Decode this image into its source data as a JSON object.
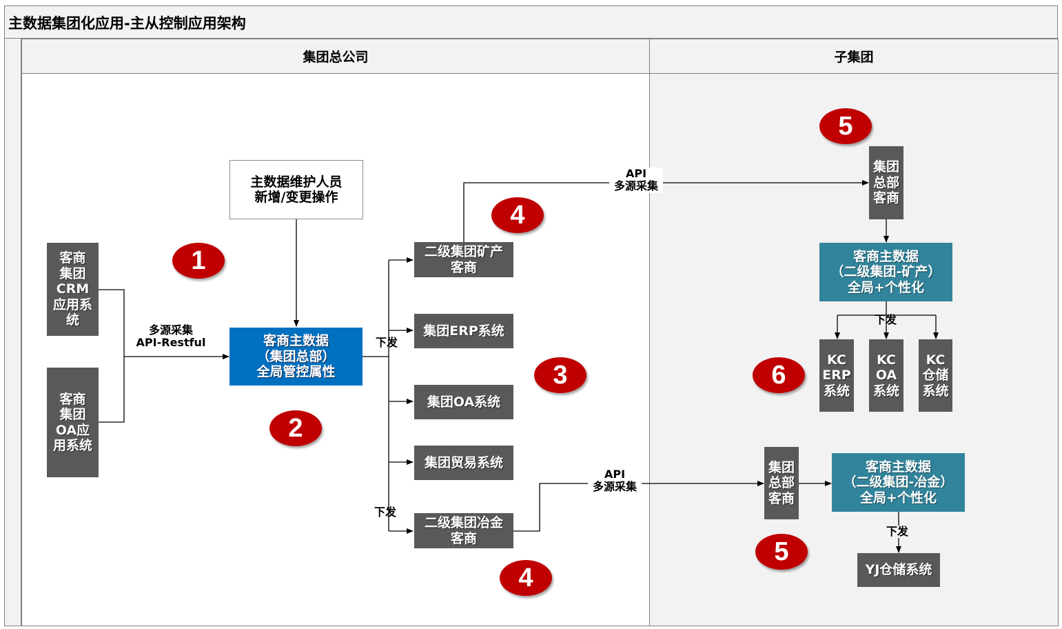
{
  "title": "主数据集团化应用-主从控制应用架构",
  "lanes": {
    "left": "集团总公司",
    "right": "子集团"
  },
  "boxes": {
    "crm": [
      "客商",
      "集团",
      "CRM",
      "应用系",
      "统"
    ],
    "oa_app": [
      "客商",
      "集团",
      "OA应",
      "用系统"
    ],
    "maintainer": [
      "主数据维护人员",
      "新增/变更操作"
    ],
    "master_hq": [
      "客商主数据",
      "（集团总部）",
      "全局管控属性"
    ],
    "mining": [
      "二级集团矿产",
      "客商"
    ],
    "erp": "集团ERP系统",
    "oa_sys": "集团OA系统",
    "trade": "集团贸易系统",
    "metal": [
      "二级集团冶金",
      "客商"
    ],
    "hq_merchant_top": [
      "集团",
      "总部",
      "客商"
    ],
    "master_mining": [
      "客商主数据",
      "（二级集团-矿产）",
      "全局+个性化"
    ],
    "kc_erp": [
      "KC",
      "ERP",
      "系统"
    ],
    "kc_oa": [
      "KC",
      "OA",
      "系统"
    ],
    "kc_wh": [
      "KC",
      "仓储",
      "系统"
    ],
    "hq_merchant_bottom": [
      "集团",
      "总部",
      "客商"
    ],
    "master_metal": [
      "客商主数据",
      "（二级集团-冶金）",
      "全局+个性化"
    ],
    "yj_wh": "YJ仓储系统"
  },
  "labels": {
    "collect_api": [
      "多源采集",
      "API-Restful"
    ],
    "dispatch_1": "下发",
    "dispatch_2": "下发",
    "api_top": [
      "API",
      "多源采集"
    ],
    "api_bottom": [
      "API",
      "多源采集"
    ],
    "dispatch_kc": "下发",
    "dispatch_yj": "下发"
  },
  "markers": [
    "1",
    "2",
    "3",
    "4",
    "4",
    "5",
    "5",
    "6"
  ],
  "colors": {
    "gray_box": "#595959",
    "blue_box": "#0070c0",
    "teal_box": "#31849b",
    "marker": "#c00000",
    "right_bg": "#f2f2f2",
    "header_bg": "#f2f2f2"
  }
}
